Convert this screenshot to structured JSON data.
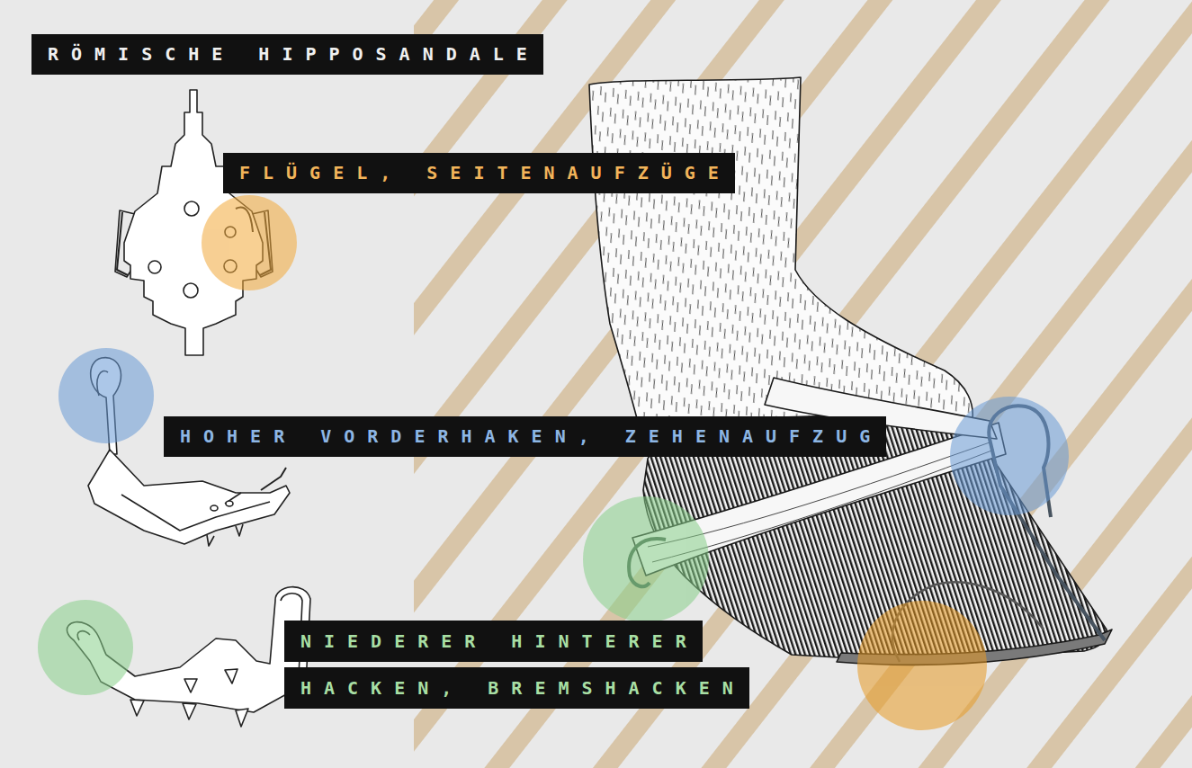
{
  "diagram": {
    "title": "RÖMISCHE HIPPOSANDALE",
    "labels": [
      "FLÜGEL, SEITENAUFZÜGE",
      "HOHER VORDERHAKEN, ZEHENAUFZUG",
      "NIEDERER HINTERER HACKEN, BREMSHACKEN"
    ]
  }
}
